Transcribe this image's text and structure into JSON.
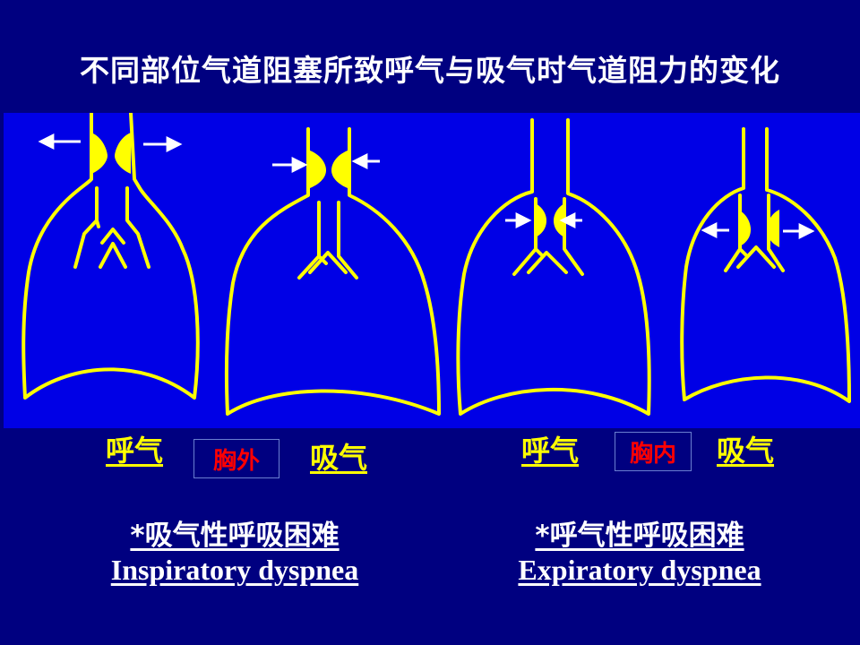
{
  "title": "不同部位气道阻塞所致呼气与吸气时气道阻力的变化",
  "labels": {
    "extra_expiration": "呼气",
    "extra_location": "胸外",
    "extra_inspiration": "吸气",
    "intra_expiration": "呼气",
    "intra_location": "胸内",
    "intra_inspiration": "吸气"
  },
  "captions": {
    "inspiratory_zh": "*吸气性呼吸困难",
    "inspiratory_en": "Inspiratory dyspnea",
    "expiratory_zh": "*呼气性呼吸困难",
    "expiratory_en": "Expiratory dyspnea"
  },
  "colors": {
    "background": "#000080",
    "panel": "#0000e6",
    "line": "#ffff00",
    "label": "#ffff00",
    "location": "#ff0000",
    "caption": "#ffffff"
  }
}
